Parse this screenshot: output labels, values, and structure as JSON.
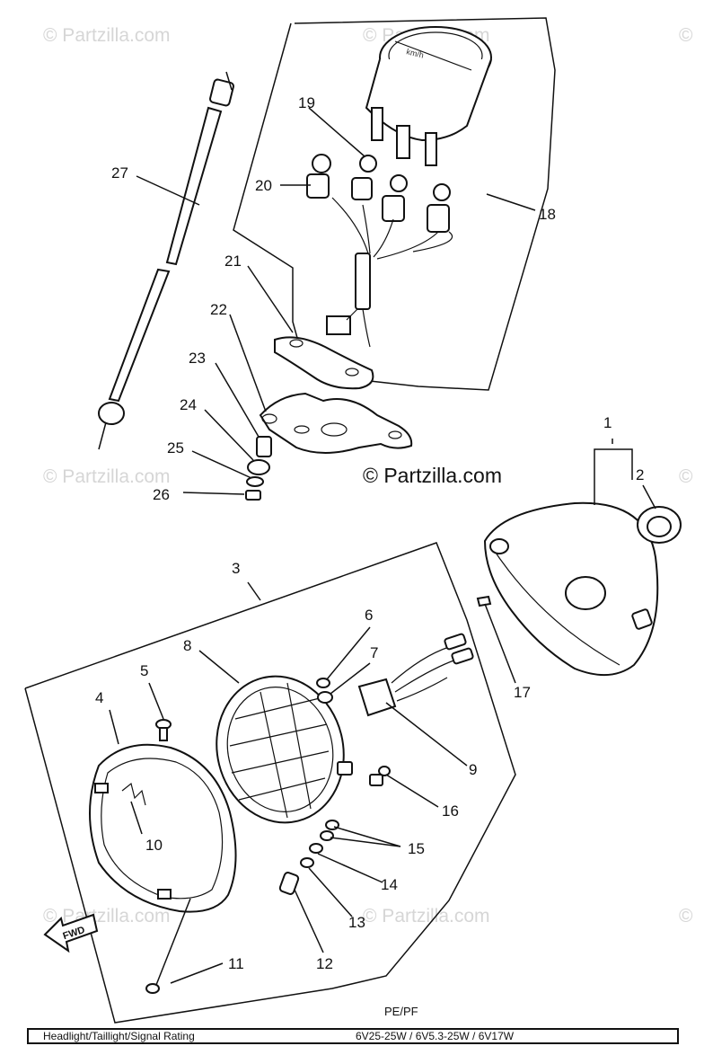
{
  "watermarks": {
    "brand": "© Partzilla.com",
    "main": "© Partzilla.com",
    "corner": "©"
  },
  "callouts": [
    "1",
    "2",
    "3",
    "4",
    "5",
    "6",
    "7",
    "8",
    "9",
    "10",
    "11",
    "12",
    "13",
    "14",
    "15",
    "16",
    "17",
    "18",
    "19",
    "20",
    "21",
    "22",
    "23",
    "24",
    "25",
    "26",
    "27"
  ],
  "variant_label": "PE/PF",
  "footer": {
    "label": "Headlight/Taillight/Signal Rating",
    "value": "6V25-25W / 6V5.3-25W / 6V17W"
  },
  "fwd_label": "FWD"
}
